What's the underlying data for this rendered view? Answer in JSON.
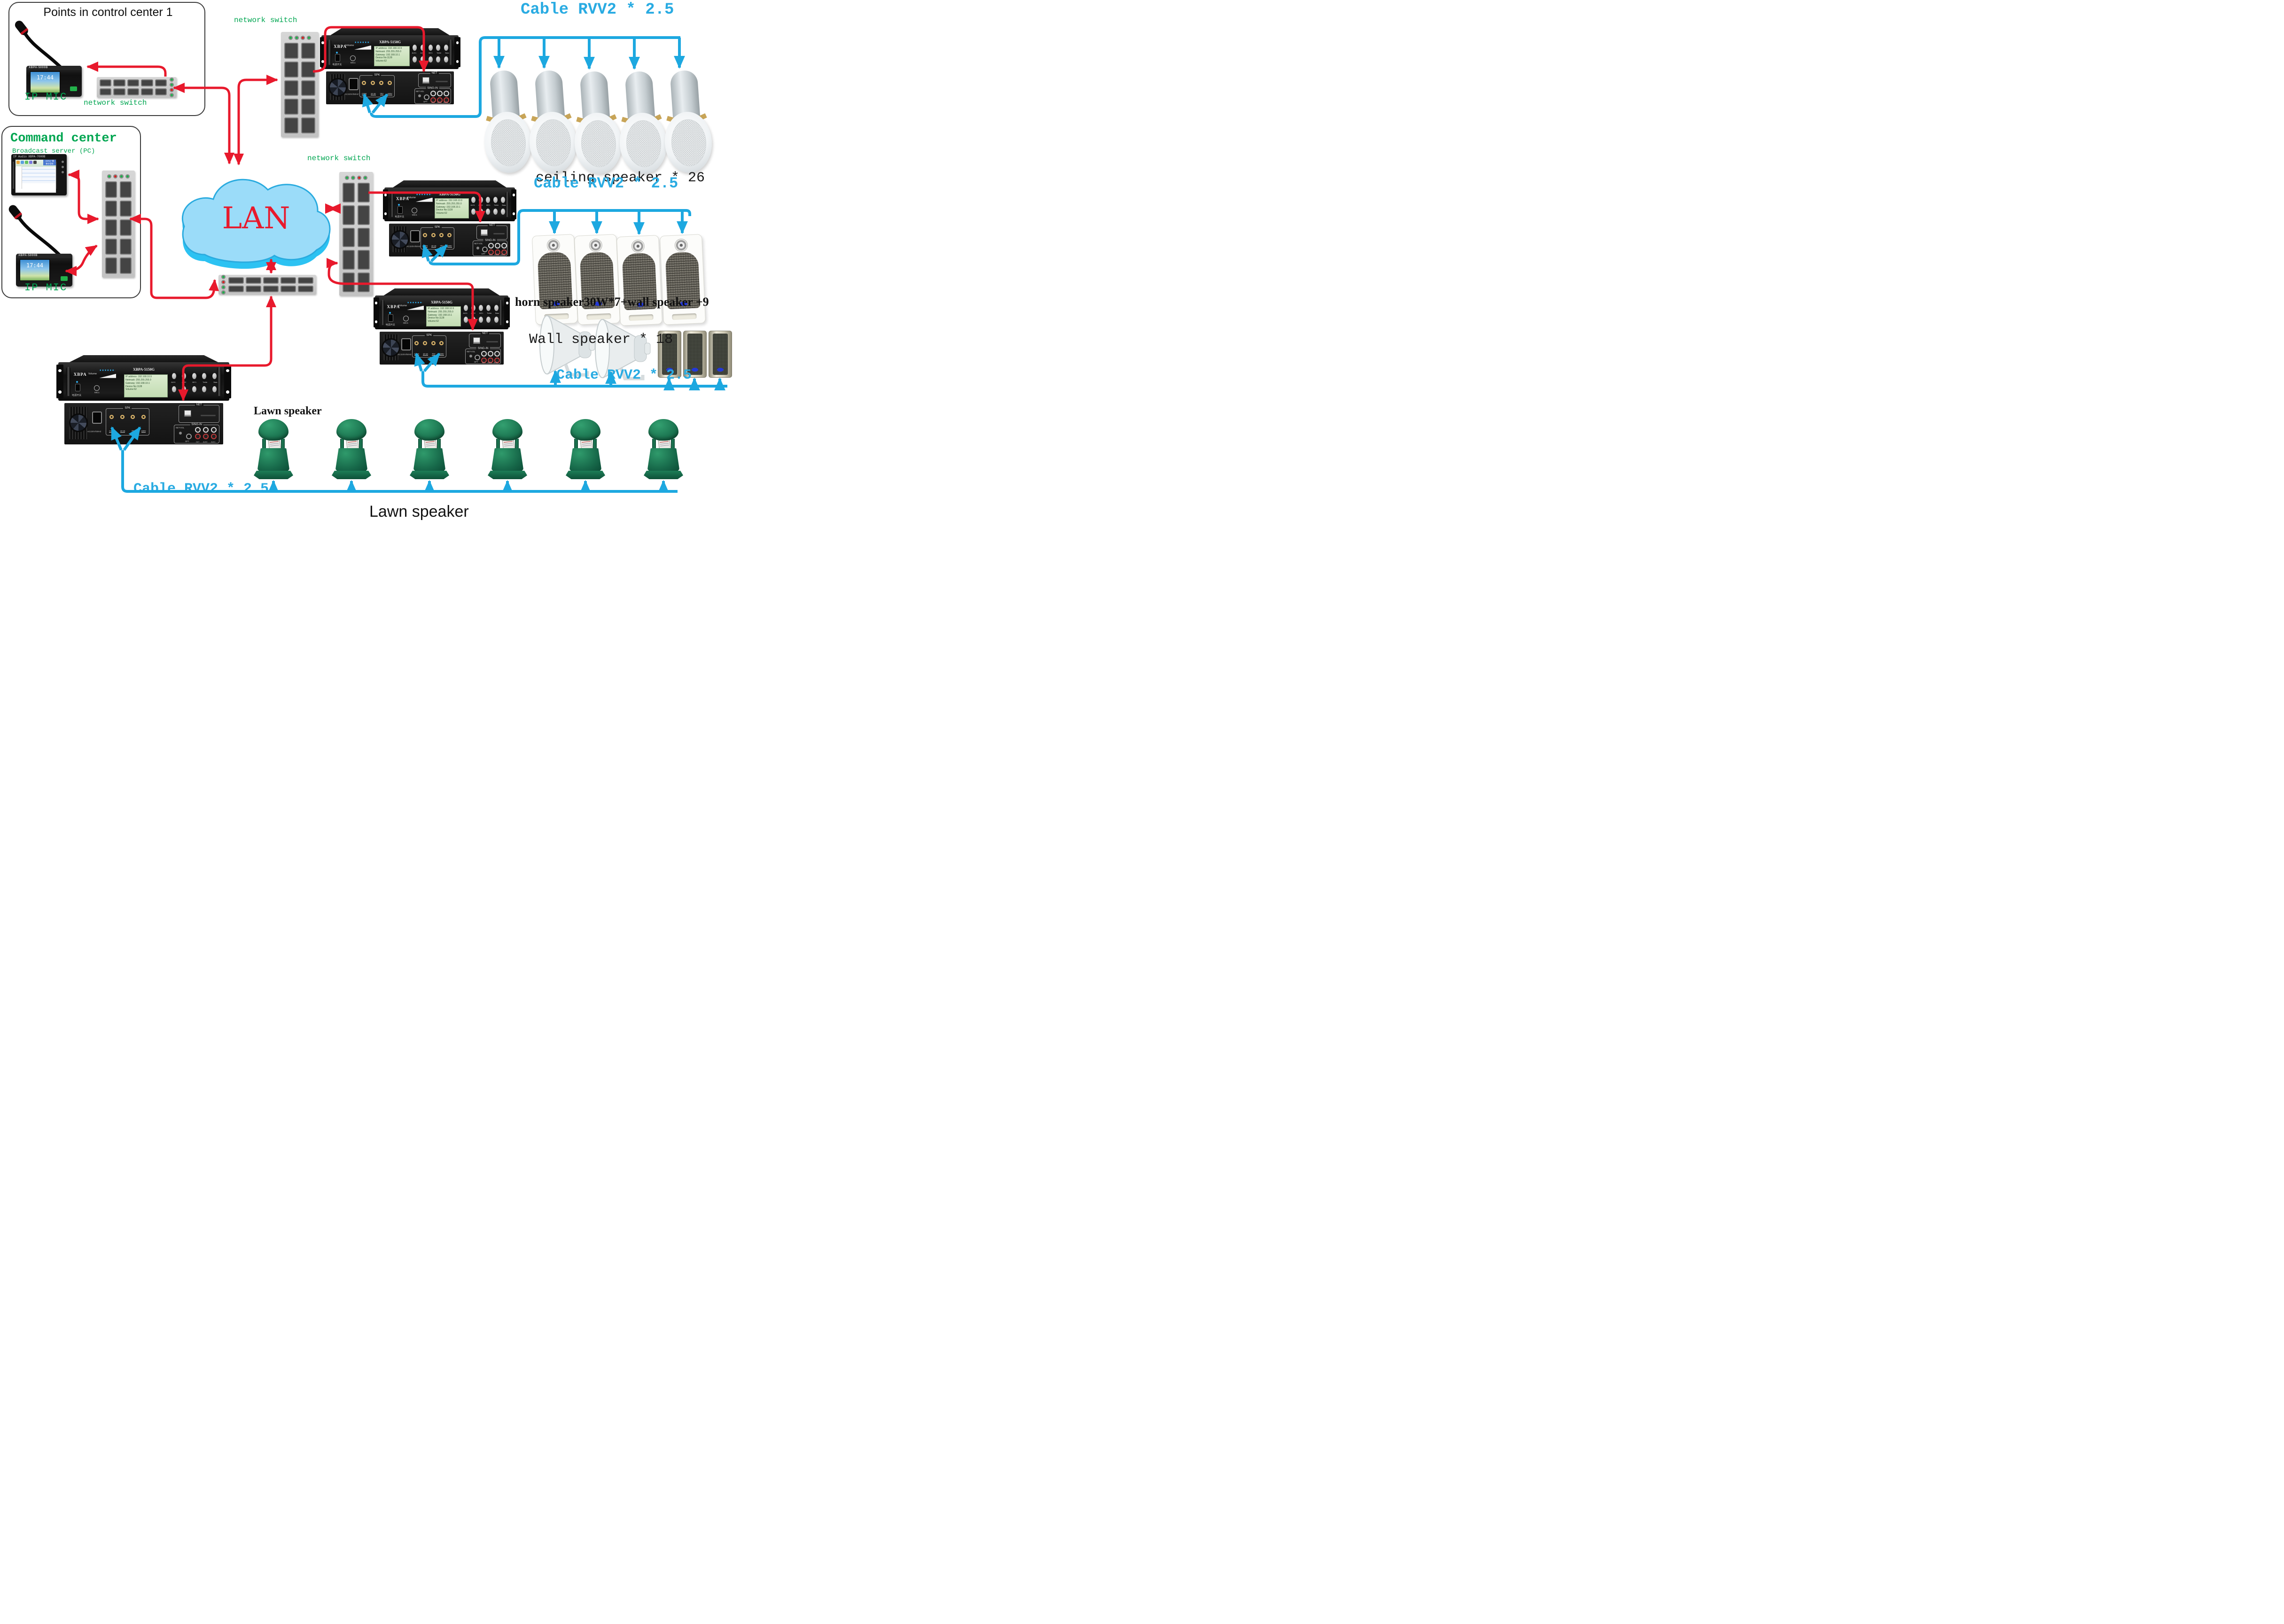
{
  "diagram": {
    "control_box": {
      "title": "Points in control center 1",
      "ip_mic_label": "IP MIC",
      "switch_label": "network switch"
    },
    "command_box": {
      "title": "Command center",
      "server_label": "Broadcast server (PC)",
      "ip_mic_label": "IP MIC",
      "server": {
        "header": "IP Audio XBPA-7000B",
        "banner_line1": "XBPA广播",
        "banner_line2": "数字音频"
      }
    },
    "lan_label": "LAN",
    "switch_labels": {
      "top": "network switch",
      "middle": "network switch"
    },
    "mic": {
      "model": "XBPA-5000B",
      "time": "17:44"
    },
    "amp": {
      "brand": "XBPA",
      "model": "XBPA-5150G",
      "volume": "Volume",
      "lcd": [
        "IP address :192.168.10.9",
        "Netmask :255.255.255.0",
        "Gateway :192.168.10.1",
        "Device No:1128",
        "Volume:62"
      ],
      "power": "电源开关",
      "mic1": "MIC1",
      "buttons": [
        "AUX1",
        "AUX2",
        "MIC1",
        "Treble",
        "Bass"
      ],
      "rear": {
        "ac": "AC220V/50HZ",
        "spk": "SPK",
        "terminals": [
          "COM",
          "10-16",
          "70V",
          "100V"
        ],
        "net": "NET",
        "net_vol": "NET-VOL",
        "opt": "OPT",
        "sing_in": "SING-IN",
        "rca": [
          "OUT",
          "AUX2",
          "AUX1"
        ]
      }
    },
    "cable_label": "Cable RVV2 * 2.5",
    "groups": {
      "ceiling": "ceiling speaker * 26",
      "wall": "Wall speaker * 18",
      "horn": "horn speaker30W*7+wall speaker +9",
      "lawn_top": "Lawn speaker",
      "lawn_bottom": "Lawn speaker"
    },
    "colors": {
      "accent_red": "#e8192c",
      "accent_blue": "#1da8e0",
      "label_green": "#00a651"
    }
  }
}
